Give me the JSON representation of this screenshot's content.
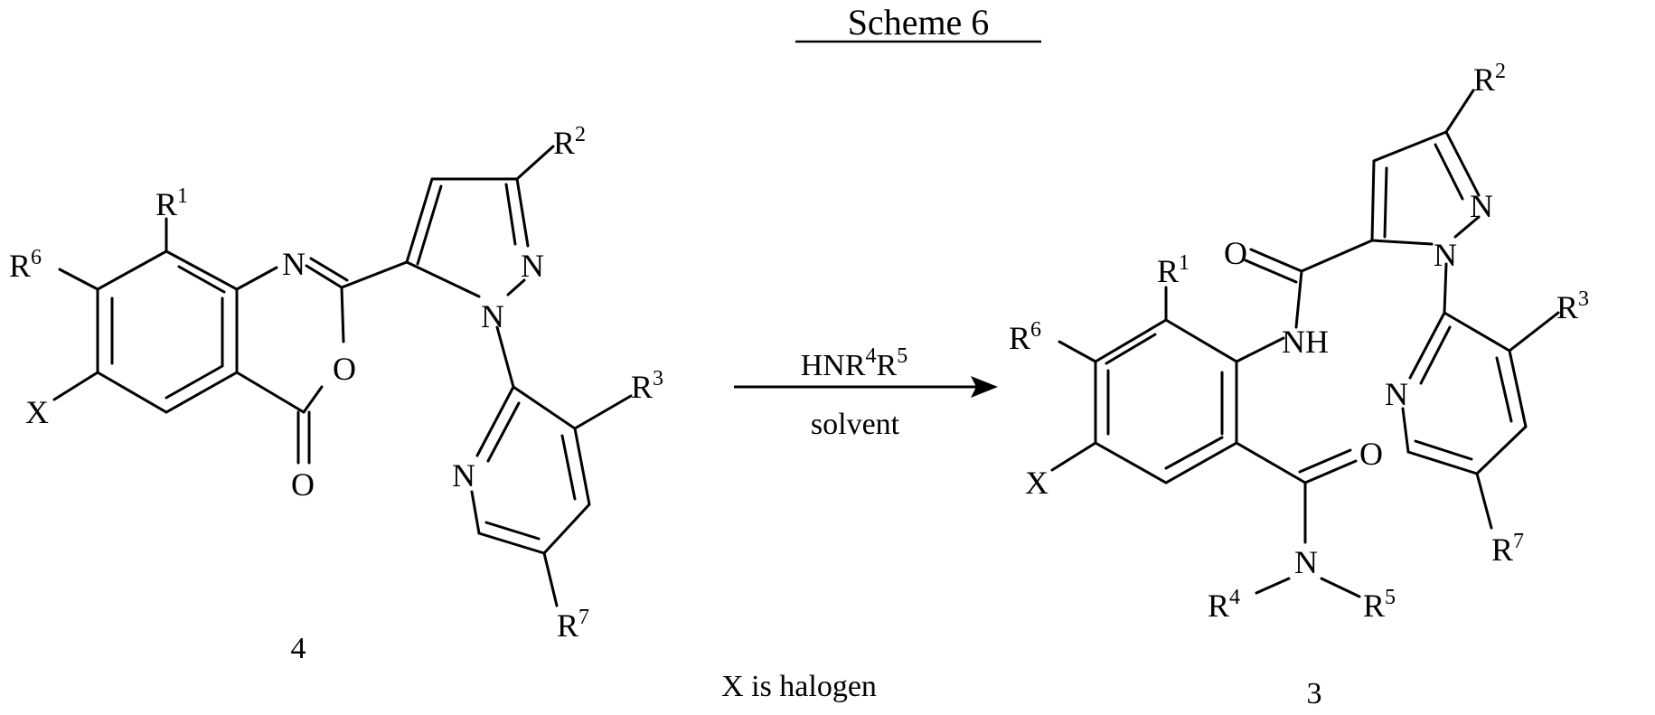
{
  "title": "Scheme 6",
  "reagent": {
    "base": "HNR",
    "sup1": "4",
    "mid": "R",
    "sup2": "5"
  },
  "condition": "solvent",
  "footnote": "X is halogen",
  "left": {
    "number": "4",
    "labels": {
      "r1": "R",
      "r1_sup": "1",
      "r2": "R",
      "r2_sup": "2",
      "r3": "R",
      "r3_sup": "3",
      "r6": "R",
      "r6_sup": "6",
      "r7": "R",
      "r7_sup": "7",
      "x": "X",
      "n_ring": "N",
      "o_ring": "O",
      "o_carbonyl": "O",
      "n_pyrazole_2": "N",
      "n_pyrazole_1": "N",
      "n_pyridine": "N"
    }
  },
  "right": {
    "number": "3",
    "labels": {
      "r1": "R",
      "r1_sup": "1",
      "r2": "R",
      "r2_sup": "2",
      "r3": "R",
      "r3_sup": "3",
      "r4": "R",
      "r4_sup": "4",
      "r5": "R",
      "r5_sup": "5",
      "r6": "R",
      "r6_sup": "6",
      "r7": "R",
      "r7_sup": "7",
      "x": "X",
      "nh": "NH",
      "o_amide1": "O",
      "o_amide2": "O",
      "n_amide": "N",
      "n_pyrazole_2": "N",
      "n_pyrazole_1": "N",
      "n_pyridine": "N"
    }
  }
}
